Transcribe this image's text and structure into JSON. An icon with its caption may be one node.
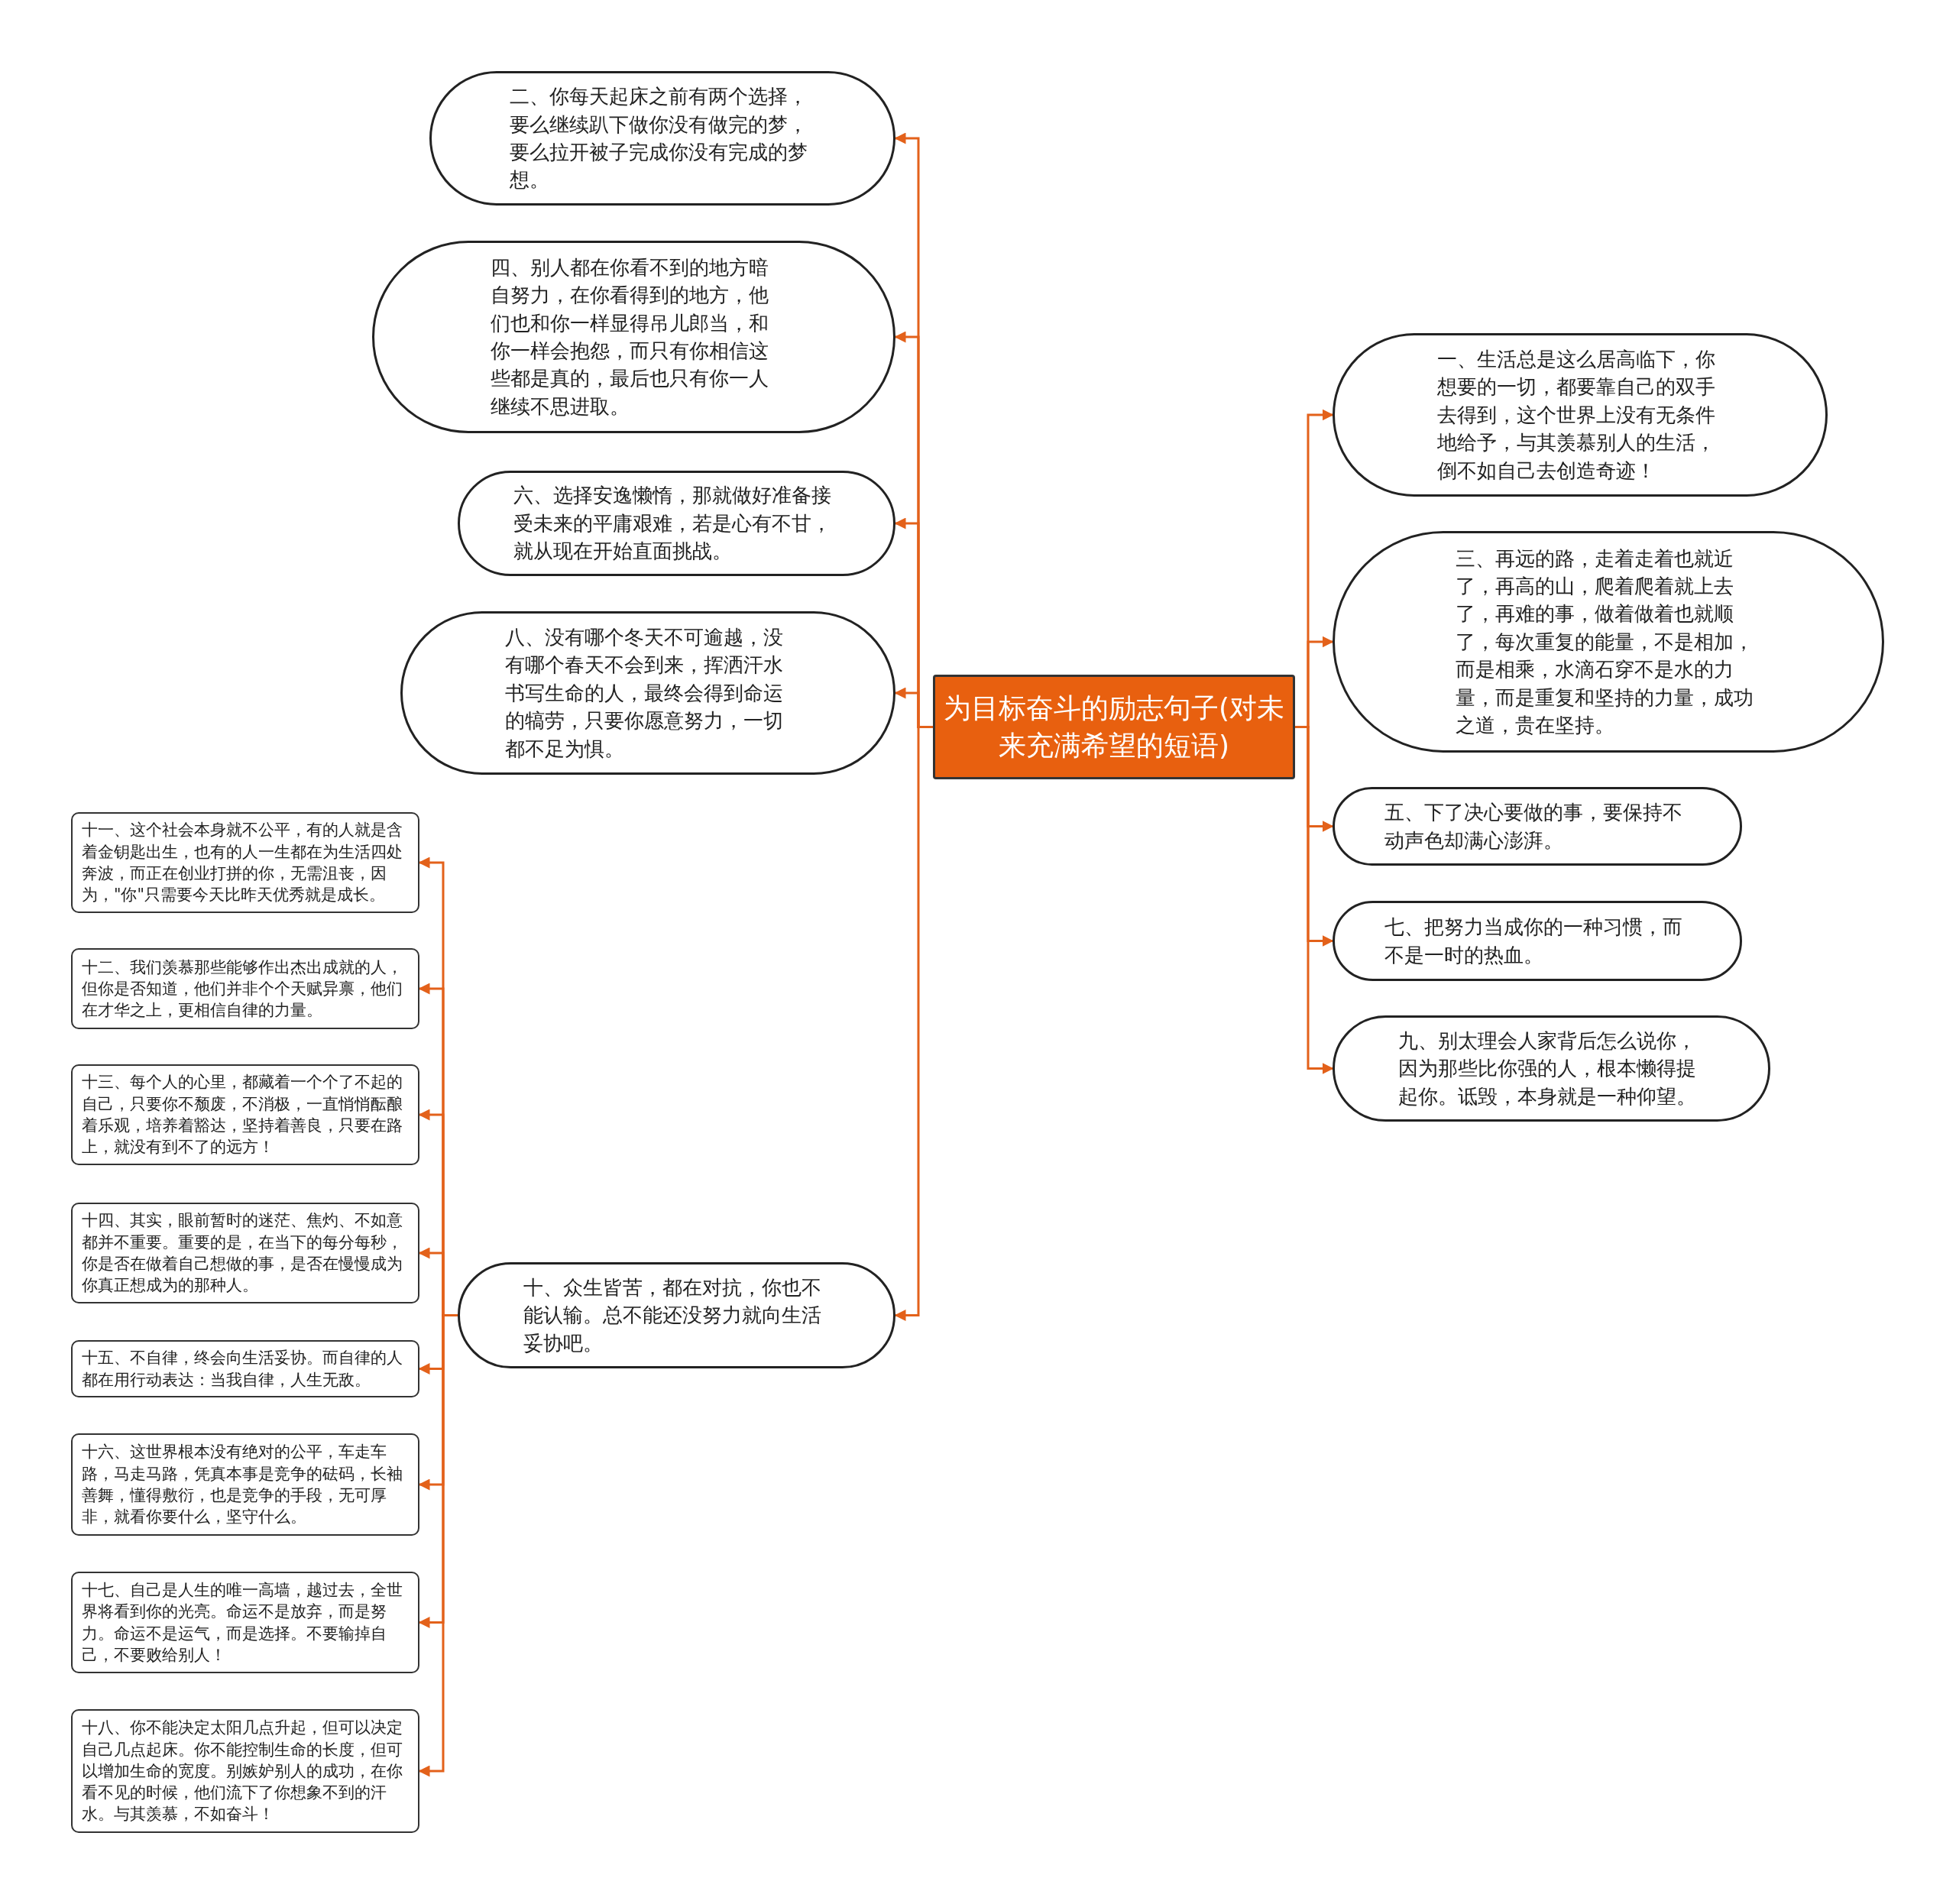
{
  "diagram": {
    "nodes": [
      {
        "text": [
          "为目标奋斗的励志句子(对未来充满希望的短语)"
        ]
      },
      {
        "text": [
          "二、你每天起床之前有两个选择，要么继续趴下做你没有做完的梦，要么拉开被子完成你没有完成的梦想。"
        ]
      },
      {
        "text": [
          "四、别人都在你看不到的地方暗自努力，在你看得到的地方，他们也和你一样显得吊儿郎当，和你一样会抱怨，而只有你相信这些都是真的，最后也只有你一人继续不思进取。"
        ]
      },
      {
        "text": [
          "六、选择安逸懒惰，那就做好准备接受未来的平庸艰难，若是心有不甘，就从现在开始直面挑战。"
        ]
      },
      {
        "text": [
          "八、没有哪个冬天不可逾越，没有哪个春天不会到来，挥洒汗水书写生命的人，最终会得到命运的犒劳，只要你愿意努力，一切都不足为惧。"
        ]
      },
      {
        "text": [
          "十、众生皆苦，都在对抗，你也不能认输。总不能还没努力就向生活妥协吧。"
        ]
      },
      {
        "text": [
          "一、生活总是这么居高临下，你想要的一切，都要靠自己的双手去得到，这个世界上没有无条件地给予，与其羡慕别人的生活，倒不如自己去创造奇迹！"
        ]
      },
      {
        "text": [
          "三、再远的路，走着走着也就近了，再高的山，爬着爬着就上去了，再难的事，做着做着也就顺了，每次重复的能量，不是相加，而是相乘，水滴石穿不是水的力量，而是重复和坚持的力量，成功之道，贵在坚持。"
        ]
      },
      {
        "text": [
          "五、下了决心要做的事，要保持不动声色却满心澎湃。"
        ]
      },
      {
        "text": [
          "七、把努力当成你的一种习惯，而不是一时的热血。"
        ]
      },
      {
        "text": [
          "九、别太理会人家背后怎么说你，因为那些比你强的人，根本懒得提起你。诋毁，本身就是一种仰望。"
        ]
      },
      {
        "text": [
          "十一、这个社会本身就不公平，有的人就是含着金钥匙出生，也有的人一生都在为生活四处奔波，而正在创业打拼的你，无需沮丧，因为，\"你\"只需要今天比昨天优秀就是成长。"
        ]
      },
      {
        "text": [
          "十二、我们羡慕那些能够作出杰出成就的人，但你是否知道，他们并非个个天赋异禀，他们在才华之上，更相信自律的力量。"
        ]
      },
      {
        "text": [
          "十三、每个人的心里，都藏着一个个了不起的自己，只要你不颓废，不消极，一直悄悄酝酿着乐观，培养着豁达，坚持着善良，只要在路上，就没有到不了的远方！"
        ]
      },
      {
        "text": [
          "十四、其实，眼前暂时的迷茫、焦灼、不如意都并不重要。重要的是，在当下的每分每秒，你是否在做着自己想做的事，是否在慢慢成为你真正想成为的那种人。"
        ]
      },
      {
        "text": [
          "十五、不自律，终会向生活妥协。而自律的人都在用行动表达：当我自律，人生无敌。"
        ]
      },
      {
        "text": [
          "十六、这世界根本没有绝对的公平，车走车路，马走马路，凭真本事是竞争的砝码，长袖善舞，懂得敷衍，也是竞争的手段，无可厚非，就看你要什么，坚守什么。"
        ]
      },
      {
        "text": [
          "十七、自己是人生的唯一高墙，越过去，全世界将看到你的光亮。命运不是放弃，而是努力。命运不是运气，而是选择。不要输掉自己，不要败给别人！"
        ]
      },
      {
        "text": [
          "十八、你不能决定太阳几点升起，但可以决定自己几点起床。你不能控制生命的长度，但可以增加生命的宽度。别嫉妒别人的成功，在你看不见的时候，他们流下了你想象不到的汗水。与其羡慕，不如奋斗！"
        ]
      }
    ],
    "edges": [
      {
        "from": 0,
        "to": 1,
        "arrow": "to"
      },
      {
        "from": 0,
        "to": 2,
        "arrow": "to"
      },
      {
        "from": 0,
        "to": 3,
        "arrow": "to"
      },
      {
        "from": 0,
        "to": 4,
        "arrow": "to"
      },
      {
        "from": 0,
        "to": 5,
        "arrow": "to"
      },
      {
        "from": 0,
        "to": 6,
        "arrow": "to"
      },
      {
        "from": 0,
        "to": 7,
        "arrow": "to"
      },
      {
        "from": 0,
        "to": 8,
        "arrow": "to"
      },
      {
        "from": 0,
        "to": 9,
        "arrow": "to"
      },
      {
        "from": 0,
        "to": 10,
        "arrow": "to"
      },
      {
        "from": 5,
        "to": 11,
        "arrow": "to"
      },
      {
        "from": 5,
        "to": 12,
        "arrow": "to"
      },
      {
        "from": 5,
        "to": 13,
        "arrow": "to"
      },
      {
        "from": 5,
        "to": 14,
        "arrow": "to"
      },
      {
        "from": 5,
        "to": 15,
        "arrow": "to"
      },
      {
        "from": 5,
        "to": 16,
        "arrow": "to"
      },
      {
        "from": 5,
        "to": 17,
        "arrow": "to"
      },
      {
        "from": 5,
        "to": 18,
        "arrow": "to"
      }
    ]
  }
}
